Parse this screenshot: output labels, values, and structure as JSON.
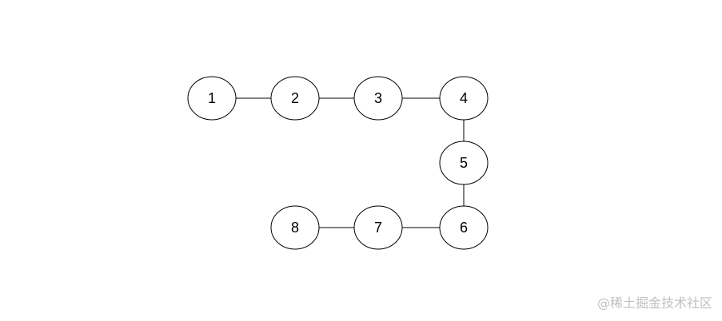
{
  "diagram": {
    "type": "linked-nodes",
    "nodes": [
      {
        "id": "1",
        "label": "1"
      },
      {
        "id": "2",
        "label": "2"
      },
      {
        "id": "3",
        "label": "3"
      },
      {
        "id": "4",
        "label": "4"
      },
      {
        "id": "5",
        "label": "5"
      },
      {
        "id": "6",
        "label": "6"
      },
      {
        "id": "7",
        "label": "7"
      },
      {
        "id": "8",
        "label": "8"
      }
    ],
    "edges": [
      [
        "1",
        "2"
      ],
      [
        "2",
        "3"
      ],
      [
        "3",
        "4"
      ],
      [
        "4",
        "5"
      ],
      [
        "5",
        "6"
      ],
      [
        "6",
        "7"
      ],
      [
        "7",
        "8"
      ]
    ],
    "colors": {
      "stroke": "#000000",
      "fill": "#ffffff",
      "text": "#000000"
    }
  },
  "watermark": {
    "text": "@稀土掘金技术社区",
    "color": "#c0c0c0"
  }
}
